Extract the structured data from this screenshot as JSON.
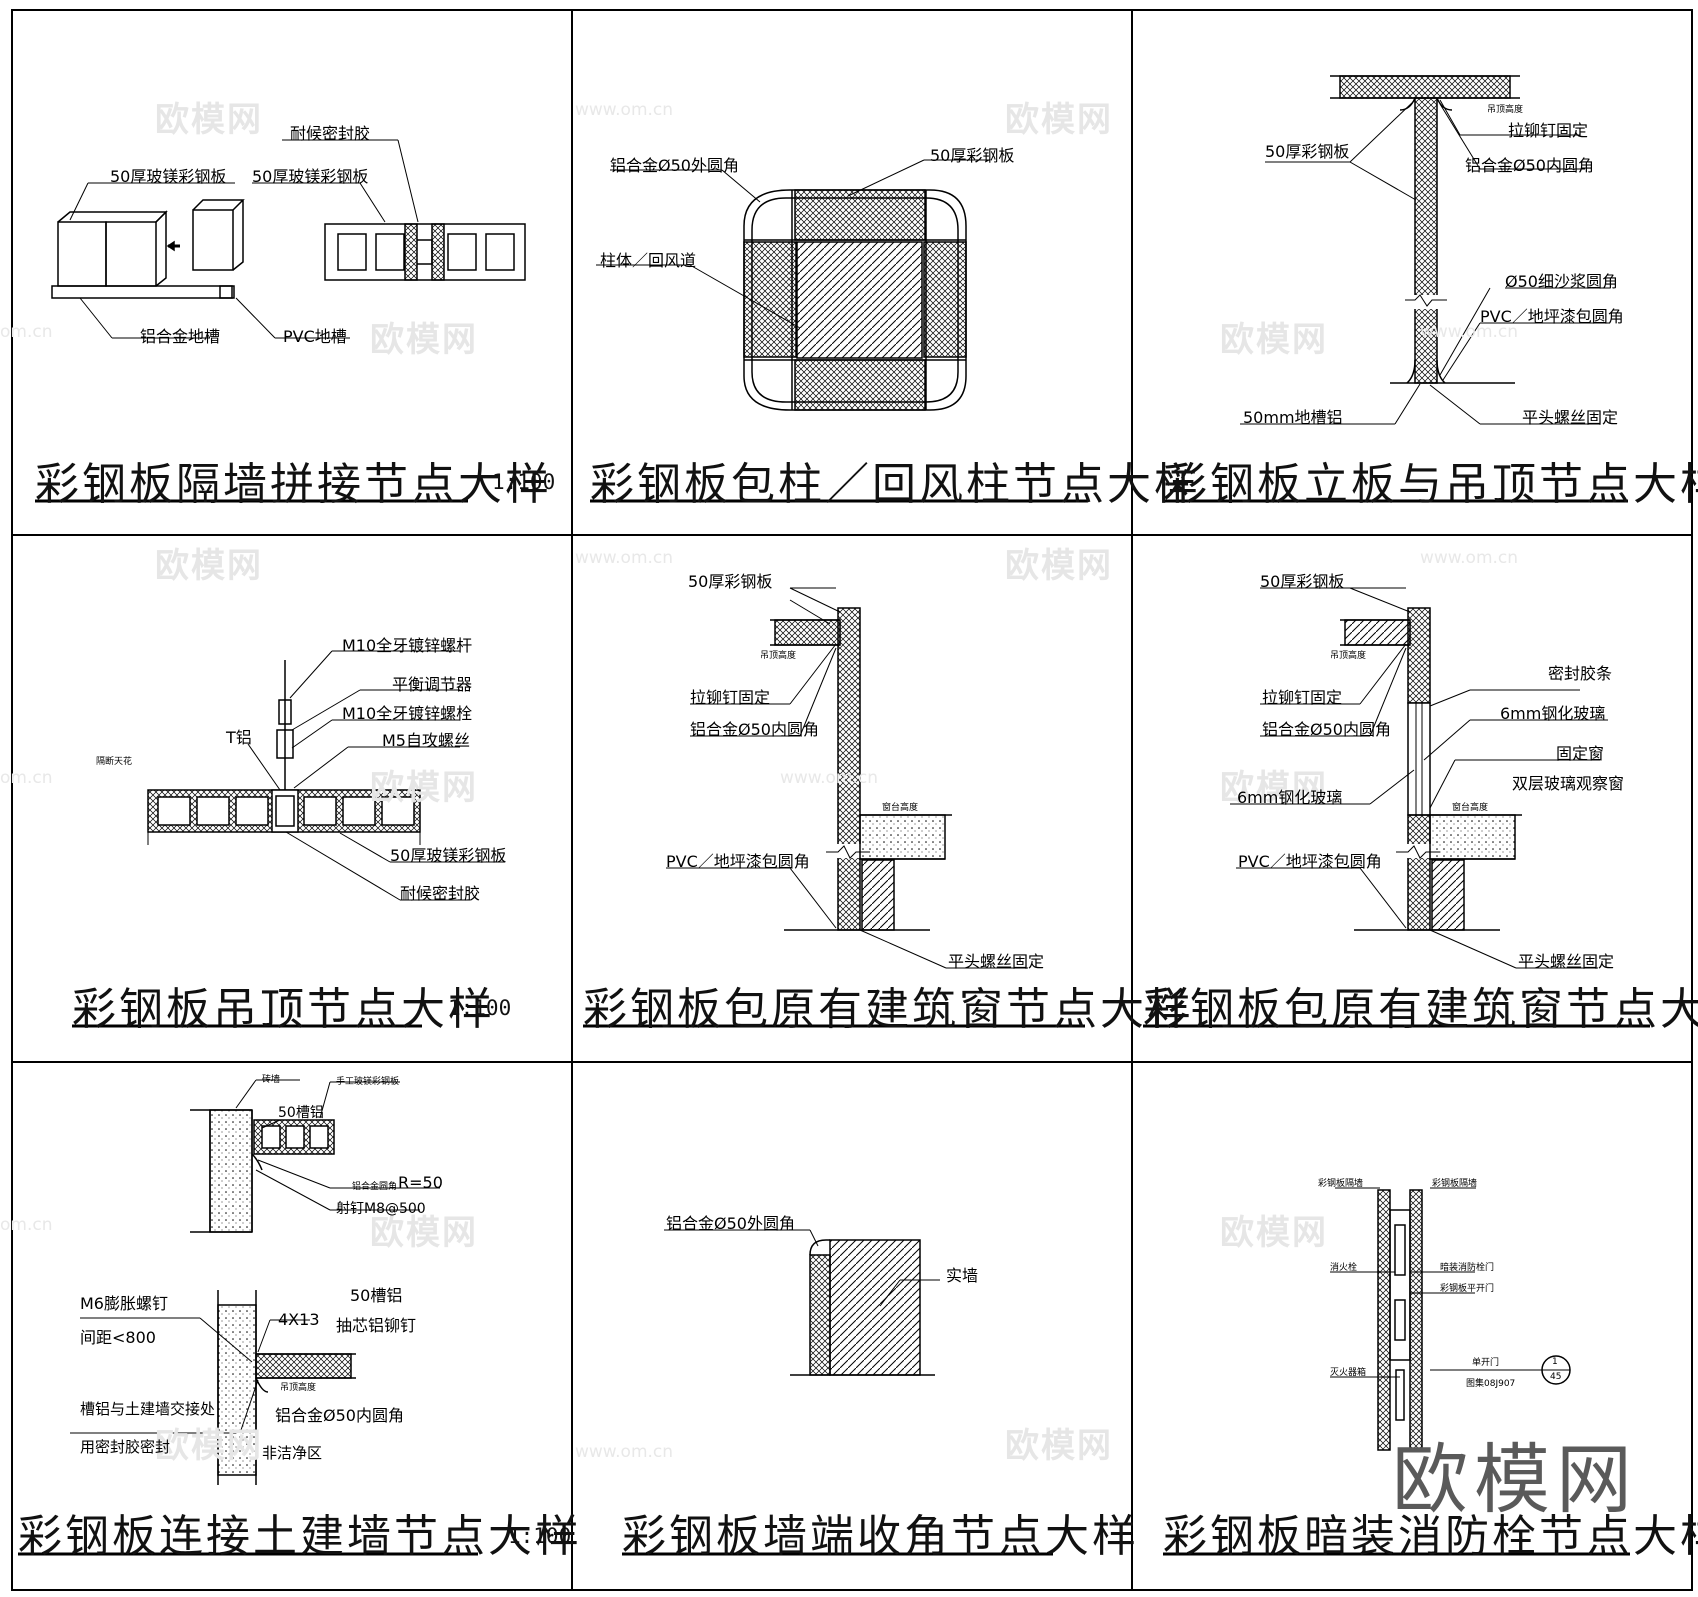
{
  "watermark": {
    "brand": "欧模网",
    "url": "www.om.cn",
    "cn_suffix": "om.cn"
  },
  "panels": [
    {
      "title": "彩钢板隔墙拼接节点大样",
      "scale": "1:100",
      "labels": {
        "a": "耐候密封胶",
        "b": "50厚玻镁彩钢板",
        "c": "50厚玻镁彩钢板",
        "d": "铝合金地槽",
        "e": "PVC地槽"
      }
    },
    {
      "title": "彩钢板包柱／回风柱节点大样",
      "labels": {
        "a": "50厚彩钢板",
        "b": "铝合金Ø50外圆角",
        "c": "柱体／回风道"
      }
    },
    {
      "title": "彩钢板立板与吊顶节点大样",
      "labels": {
        "a": "50厚彩钢板",
        "b": "拉铆钉固定",
        "c": "铝合金Ø50内圆角",
        "d": "Ø50细沙浆圆角",
        "e": "PVC／地坪漆包圆角",
        "f": "50mm地槽铝",
        "g": "平头螺丝固定",
        "h": "吊顶高度"
      }
    },
    {
      "title": "彩钢板吊顶节点大样",
      "scale": "1:100",
      "labels": {
        "a": "M10全牙镀锌螺杆",
        "b": "平衡调节器",
        "c": "M10全牙镀锌螺栓",
        "d": "M5自攻螺丝",
        "e": "T铝",
        "f": "50厚玻镁彩钢板",
        "g": "耐候密封胶",
        "h": "隔断天花"
      }
    },
    {
      "title": "彩钢板包原有建筑窗节点大样",
      "labels": {
        "a": "50厚彩钢板",
        "b": "拉铆钉固定",
        "c": "铝合金Ø50内圆角",
        "d": "PVC／地坪漆包圆角",
        "e": "平头螺丝固定",
        "f": "吊顶高度",
        "g": "窗台高度"
      }
    },
    {
      "title": "彩钢板包原有建筑窗节点大样",
      "labels": {
        "a": "50厚彩钢板",
        "b": "拉铆钉固定",
        "c": "铝合金Ø50内圆角",
        "d": "密封胶条",
        "e": "6mm钢化玻璃",
        "f": "固定窗",
        "g": "双层玻璃观察窗",
        "h": "6mm钢化玻璃",
        "i": "PVC／地坪漆包圆角",
        "j": "平头螺丝固定",
        "k": "吊顶高度",
        "l": "窗台高度"
      }
    },
    {
      "title": "彩钢板连接土建墙节点大样",
      "scale": "1:100",
      "labels": {
        "a": "砖墙",
        "b": "手工玻镁彩钢板",
        "c": "50槽铝",
        "d": "铝合金圆角",
        "e": "R=50",
        "f": "射钉M8@500",
        "g": "M6膨胀螺钉",
        "h": "间距<800",
        "i": "50槽铝",
        "j": "4X13",
        "k": "抽芯铝铆钉",
        "l": "槽铝与土建墙交接处",
        "m": "用密封胶密封",
        "n": "铝合金Ø50内圆角",
        "o": "非洁净区",
        "p": "吊顶高度"
      }
    },
    {
      "title": "彩钢板墙端收角节点大样",
      "labels": {
        "a": "铝合金Ø50外圆角",
        "b": "实墙"
      }
    },
    {
      "title": "彩钢板暗装消防栓节点大样",
      "labels": {
        "a": "彩钢板隔墙",
        "b": "彩钢板隔墙",
        "c": "消火栓",
        "d": "暗装消防栓门",
        "e": "彩钢板平开门",
        "f": "单开门",
        "g": "图集08J907",
        "h": "灭火器箱",
        "i": "1",
        "j": "45"
      }
    }
  ]
}
